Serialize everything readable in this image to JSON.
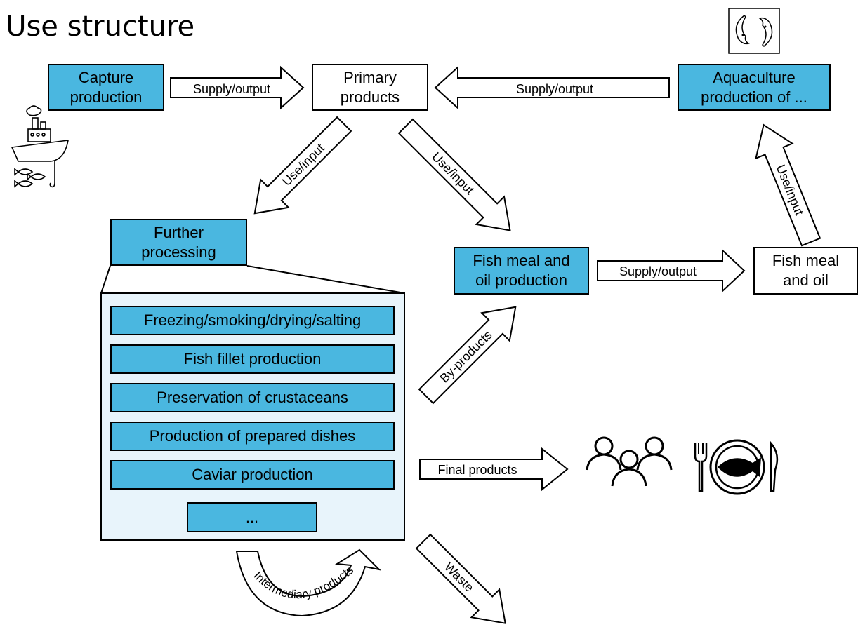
{
  "title": "/ Use structure",
  "nodes": {
    "capture": "Capture\nproduction",
    "primary": "Primary\nproducts",
    "aquaculture": "Aquaculture\nproduction of ...",
    "further": "Further\nprocessing",
    "fishmeal_prod": "Fish meal and\noil production",
    "fishmeal_oil": "Fish meal\nand oil"
  },
  "processes": [
    "Freezing/smoking/drying/salting",
    "Fish fillet production",
    "Preservation of crustaceans",
    "Production of prepared dishes",
    "Caviar production",
    "..."
  ],
  "flows": {
    "supply1": "Supply/output",
    "supply2": "Supply/output",
    "supply3": "Supply/output",
    "use1": "Use/input",
    "use2": "Use/input",
    "use3": "Use/input",
    "byproducts": "By-products",
    "final": "Final products",
    "waste": "Waste",
    "intermediary": "Intermediary products"
  },
  "icons": [
    "fishing-boat-icon",
    "fish-pair-icon",
    "people-icon",
    "fish-plate-icon"
  ],
  "colors": {
    "process_blue": "#4ab7e0",
    "panel_fill": "#e8f4fb"
  }
}
